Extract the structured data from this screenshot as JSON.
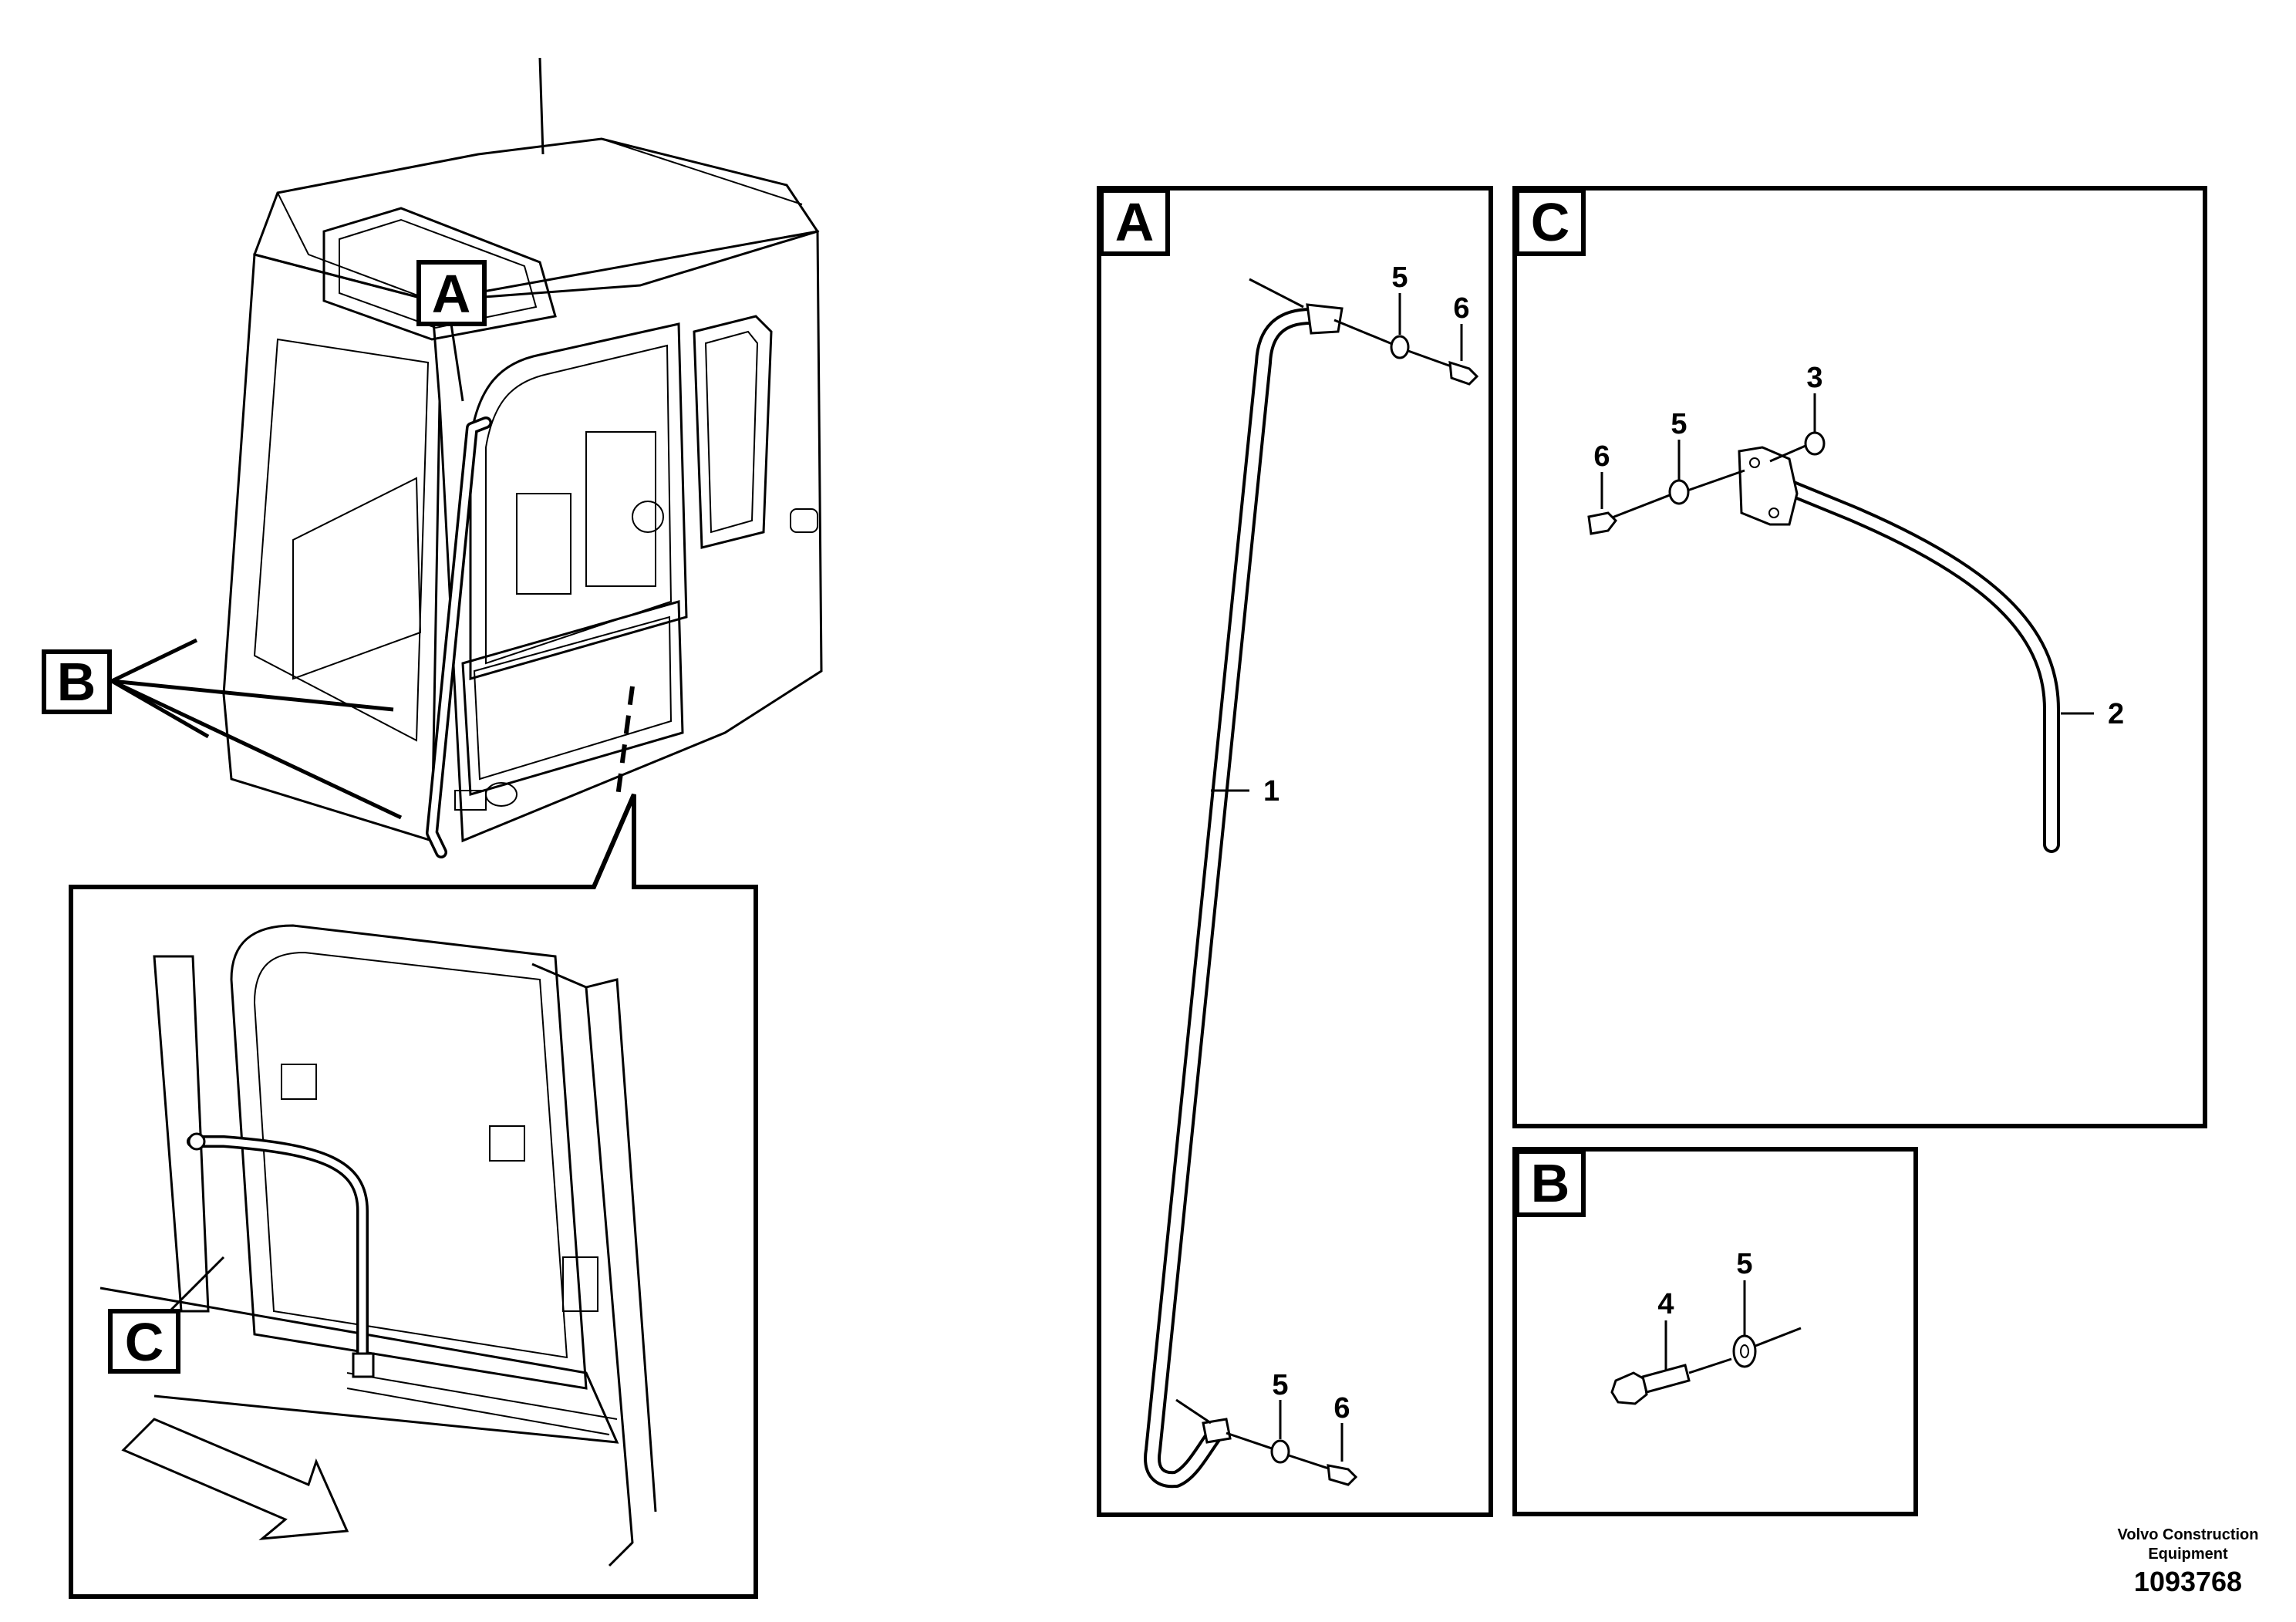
{
  "callouts": {
    "a": "A",
    "b": "B",
    "c": "C"
  },
  "parts": {
    "p1": "1",
    "p2": "2",
    "p3": "3",
    "p4": "4",
    "p5": "5",
    "p6": "6"
  },
  "footer": {
    "brand_line1": "Volvo Construction",
    "brand_line2": "Equipment",
    "drawing_number": "1093768"
  }
}
